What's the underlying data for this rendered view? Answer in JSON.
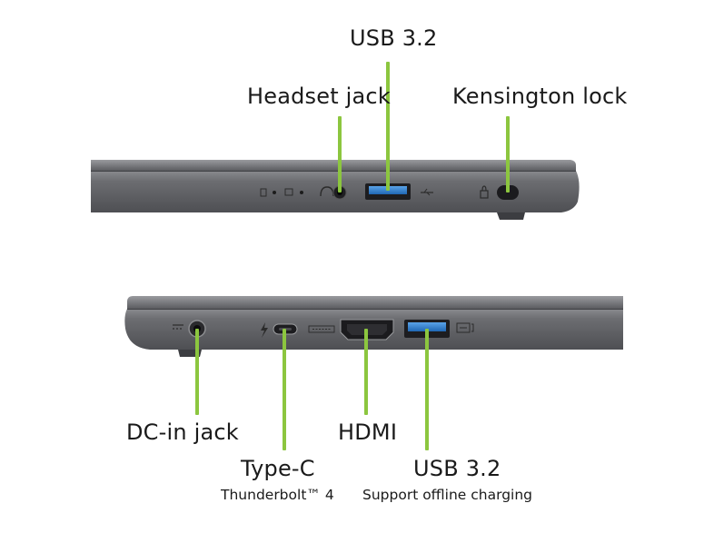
{
  "colors": {
    "lead_line": "#8cc63f",
    "body": "#6b6c70",
    "body_dark": "#4d4e52",
    "port_blue": "#2f7fd0"
  },
  "right_side": {
    "usb_label": "USB 3.2",
    "headset_label": "Headset jack",
    "kensington_label": "Kensington lock"
  },
  "left_side": {
    "dcin_label": "DC-in jack",
    "typec_label": "Type-C",
    "typec_sub": "Thunderbolt™ 4",
    "hdmi_label": "HDMI",
    "usb_label": "USB 3.2",
    "usb_sub": "Support offline charging"
  }
}
